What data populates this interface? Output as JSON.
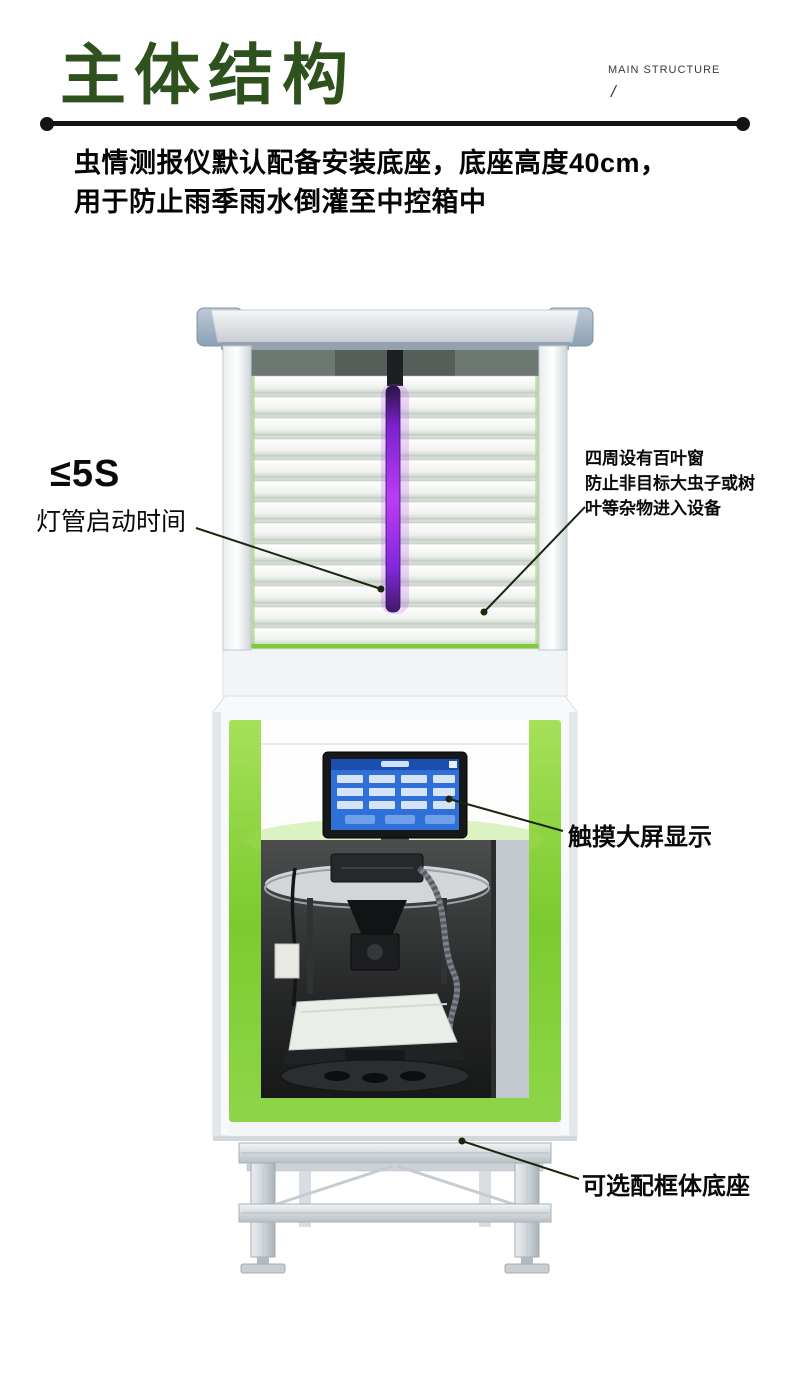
{
  "header": {
    "title": "主体结构",
    "subtitle_en": "MAIN STRUCTURE",
    "slash_mark": "/"
  },
  "intro": {
    "line1": "虫情测报仪默认配备安装底座，底座高度40cm，",
    "line2": "用于防止雨季雨水倒灌至中控箱中"
  },
  "callouts": {
    "lamp_time": {
      "value": "≤5S",
      "label": "灯管启动时间"
    },
    "louver": {
      "lines": [
        "四周设有百叶窗",
        "防止非目标大虫子或树",
        "叶等杂物进入设备"
      ]
    },
    "screen": {
      "label": "触摸大屏显示"
    },
    "base": {
      "label": "可选配框体底座"
    }
  },
  "colors": {
    "title_green": "#2f511d",
    "accent_green": "#7bcb2f",
    "lamp_purple": "#a936ec",
    "callout_line": "#1c260f",
    "divider_dark": "#141414"
  }
}
